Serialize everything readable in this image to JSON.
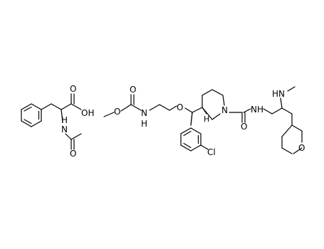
{
  "diagram": {
    "labels": {
      "acid_o": "O",
      "acid_oh": "OH",
      "n_acetyl_h": "H",
      "n_acetyl_n": "N",
      "acetyl_o": "O",
      "carbamate_o_carbonyl": "O",
      "carbamate_o_methyl": "O",
      "carbamate_h": "H",
      "carbamate_n": "N",
      "ether_o": "O",
      "stereo_h": "H",
      "piperidine_n": "N",
      "urea_o": "O",
      "urea_nh": "NH",
      "methylamine_hn": "HN",
      "oxane_o": "O",
      "chloro": "Cl"
    }
  }
}
